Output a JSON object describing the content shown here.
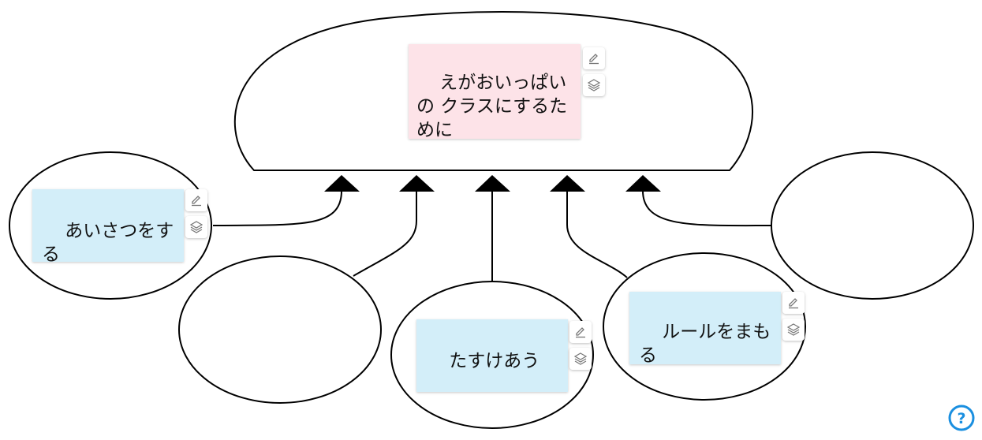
{
  "colors": {
    "stroke": "#000000",
    "main_note": "#fde3e8",
    "sub_note": "#d3eef9",
    "help": "#1a8fe0",
    "tool_icon": "#777777"
  },
  "main_note": {
    "text": "えがおいっぱいの クラスにするために"
  },
  "notes": [
    {
      "text": "あいさつをする"
    },
    {
      "text": "たすけあう"
    },
    {
      "text": "ルールをまもる"
    }
  ],
  "tool_icons": [
    "pencil-icon",
    "layers-icon"
  ],
  "help_icon": "question-icon"
}
